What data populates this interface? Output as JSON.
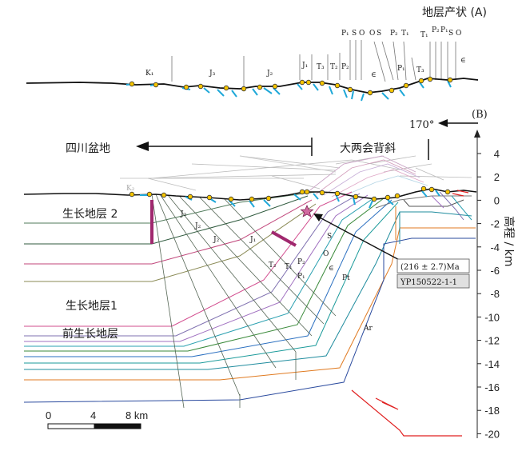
{
  "panel_a": {
    "title": "地层产状 (A)",
    "unit_labels": [
      "K₁",
      "J₃",
      "J₂",
      "J₁",
      "T₃",
      "T₂",
      "P₂",
      "∈",
      "P₁",
      "T₃",
      "∈"
    ],
    "top_labels": [
      "P₁",
      "S",
      "O",
      "O",
      "S",
      "P₂",
      "T₁",
      "T₁",
      "P₂",
      "P₁",
      "S",
      "O"
    ]
  },
  "panel_b": {
    "panel_label": "(B)",
    "azimuth": "170°",
    "left_label": "四川盆地",
    "anticline_label": "大两会背斜",
    "layer_labels": [
      "生长地层 2",
      "生长地层1",
      "前生长地层"
    ],
    "section_labels": [
      "K₂",
      "J₃",
      "J₂",
      "J₂",
      "J₁",
      "T₂",
      "T₁",
      "P₂",
      "P₁",
      "S",
      "O",
      "∈",
      "Pt",
      "Ar"
    ],
    "sample_age": "(216 ± 2.7)Ma",
    "sample_id": "YP150522-1-1",
    "y_axis_label": "高程 / km",
    "y_ticks": [
      "4",
      "2",
      "0",
      "-2",
      "-4",
      "-6",
      "-8",
      "-10",
      "-12",
      "-14",
      "-16",
      "-18",
      "-20"
    ],
    "scale_labels": [
      "0",
      "4",
      "8 km"
    ]
  }
}
